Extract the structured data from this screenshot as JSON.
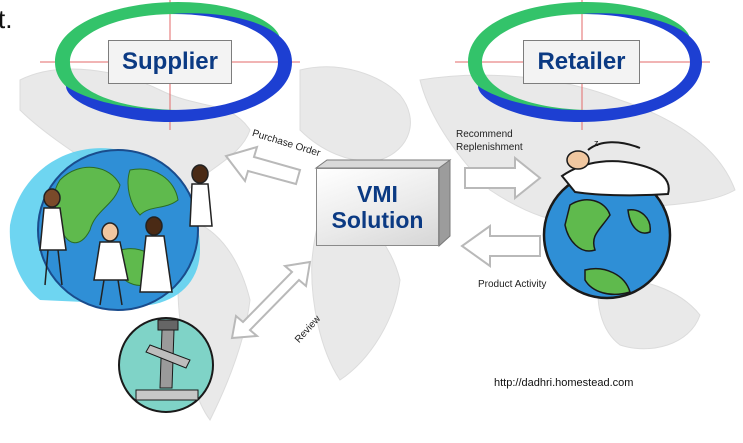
{
  "partial_text": "t.",
  "supplier_label": "Supplier",
  "retailer_label": "Retailer",
  "center_box": {
    "line1": "VMI",
    "line2": "Solution"
  },
  "arrows": {
    "purchase_order": "Purchase Order",
    "recommend": "Recommend",
    "replenishment": "Replenishment",
    "product_activity": "Product Activity",
    "review": "Review"
  },
  "credit_url": "http://dadhri.homestead.com",
  "colors": {
    "title_text": "#0b3a83",
    "ring_green": "#33c36a",
    "ring_blue": "#1d3fd2",
    "crosshair": "#e36a6a",
    "ocean": "#2f8fd6",
    "land": "#5fba4d",
    "map_gray": "#e9e9e9"
  },
  "icons": [
    "globe-with-people-icon",
    "globe-with-sleeping-man-icon",
    "microscope-icon"
  ]
}
